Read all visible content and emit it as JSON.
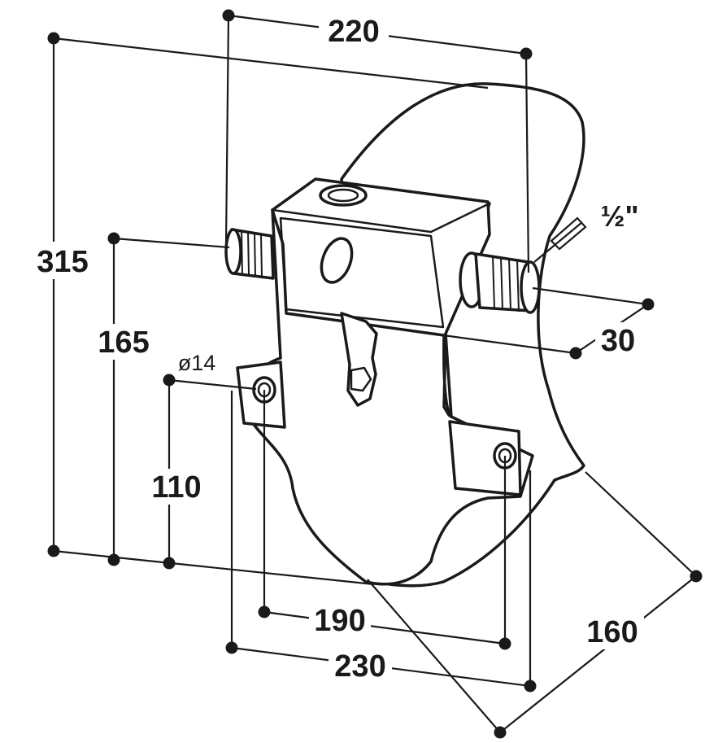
{
  "dimensions": {
    "width_top": "220",
    "height_total": "315",
    "height_inlet": "165",
    "height_mount": "110",
    "hole_diameter": "ø14",
    "thread_size": "½\"",
    "inlet_offset": "30",
    "mount_spacing": "190",
    "width_bottom": "230",
    "depth": "160"
  },
  "colors": {
    "line": "#1a1a1a",
    "background": "#ffffff"
  }
}
